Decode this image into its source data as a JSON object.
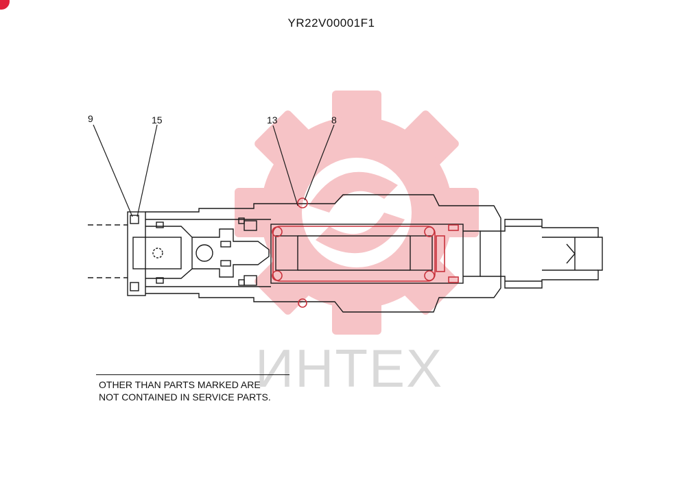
{
  "drawing": {
    "part_number": "YR22V00001F1",
    "callouts": [
      {
        "id": "c9",
        "label": "9"
      },
      {
        "id": "c15",
        "label": "15"
      },
      {
        "id": "c13",
        "label": "13"
      },
      {
        "id": "c8",
        "label": "8"
      }
    ],
    "note_line1": "OTHER THAN PARTS MARKED ARE",
    "note_line2": "NOT CONTAINED IN SERVICE PARTS."
  },
  "watermark": {
    "text": "ИНТЕХ",
    "gear_color": "#f5b9bd"
  },
  "colors": {
    "line": "#1a1a1a",
    "seal_red": "#c8323c",
    "badge": "#e0223b"
  }
}
